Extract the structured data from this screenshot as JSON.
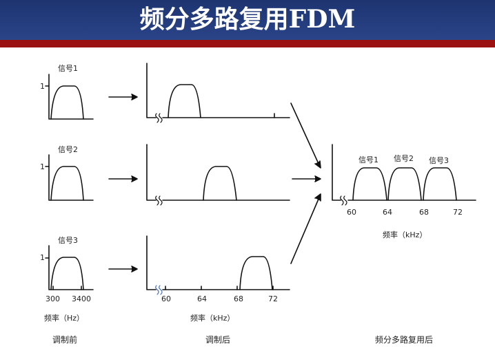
{
  "title": "频分多路复用FDM",
  "signals": [
    "信号1",
    "信号2",
    "信号3"
  ],
  "amplitude_label": "1",
  "before": {
    "ticks": [
      "300",
      "3400"
    ],
    "axis_label": "频率（Hz）",
    "caption": "调制前"
  },
  "after": {
    "ticks": [
      "60",
      "64",
      "68",
      "72"
    ],
    "axis_label": "频率（kHz）",
    "caption": "调制后"
  },
  "multiplexed": {
    "ticks": [
      "60",
      "64",
      "68",
      "72"
    ],
    "axis_label": "频率（kHz）",
    "caption": "频分多路复用后"
  }
}
